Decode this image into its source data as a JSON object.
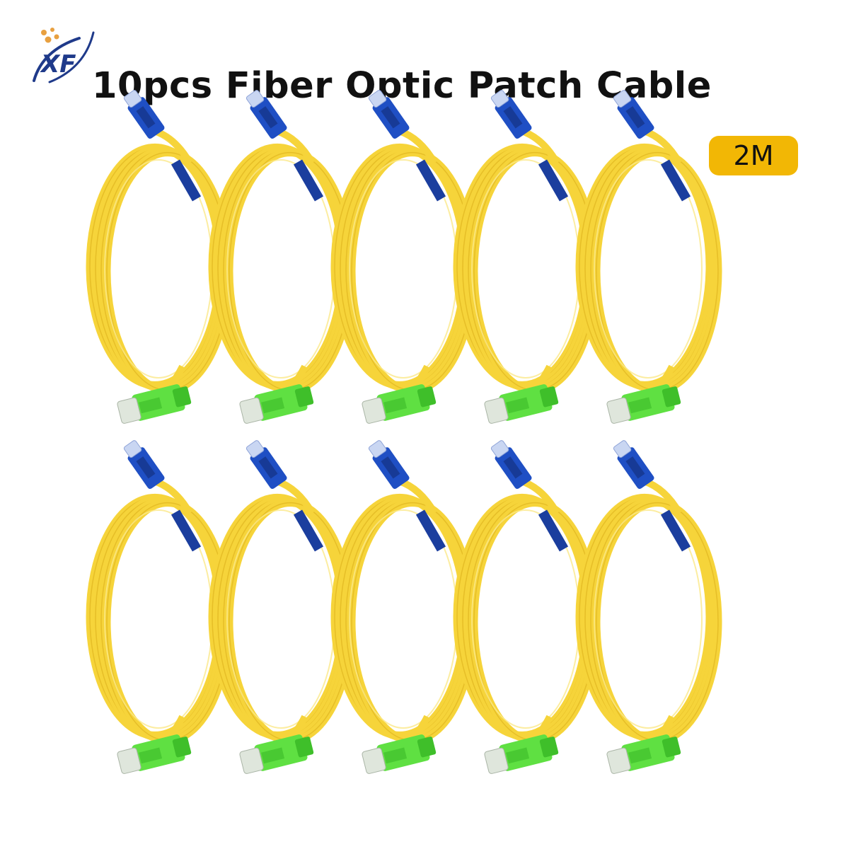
{
  "brand": {
    "logo_text": "XF"
  },
  "title": "10pcs Fiber Optic Patch Cable",
  "length_badge": "2M",
  "product": {
    "quantity": 10,
    "rows": 2,
    "per_row": 5,
    "colors": {
      "cable": "#f6d43a",
      "cable_shade": "#e0b520",
      "cable_light": "#fbe98a",
      "connector_top": "#1f4fc4",
      "connector_bottom": "#5fe042",
      "badge": "#f2b705"
    }
  }
}
